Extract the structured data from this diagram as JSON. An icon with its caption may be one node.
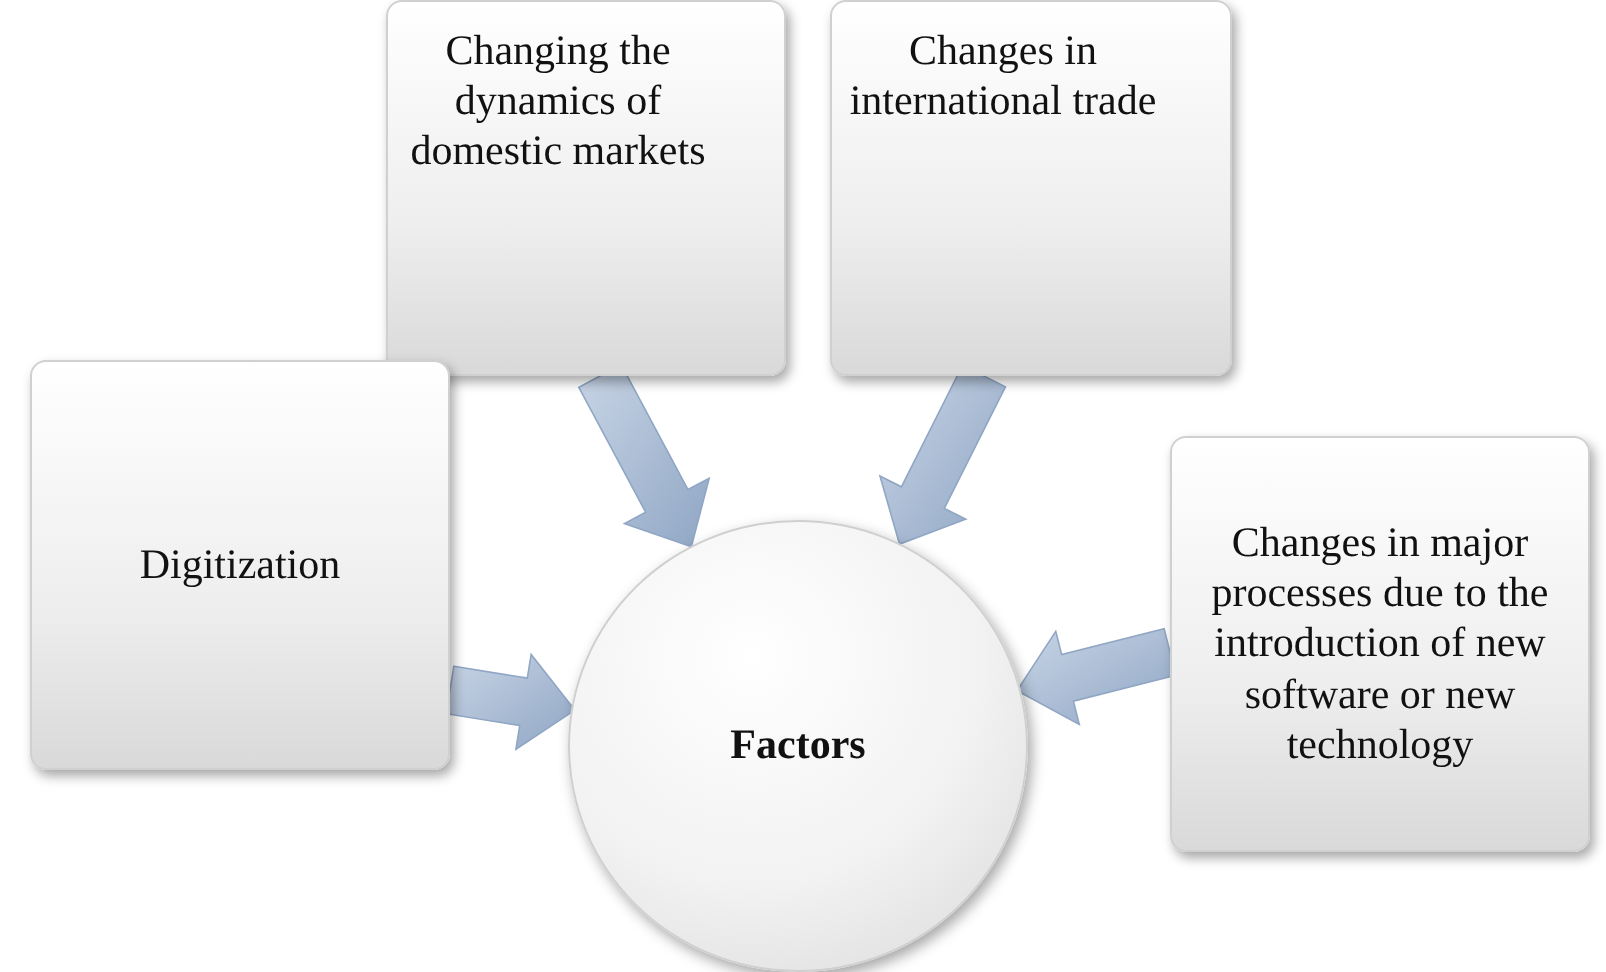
{
  "diagram": {
    "nodes": [
      {
        "text": [
          "Changing the dynamics of domestic markets"
        ]
      },
      {
        "text": [
          "Changes in international trade"
        ]
      },
      {
        "text": [
          "Digitization"
        ]
      },
      {
        "text": [
          "Changes in major processes due to the introduction of new software or new technology"
        ]
      },
      {
        "text": [
          "Factors"
        ]
      }
    ],
    "edges": [
      {
        "from": 0,
        "to": 4,
        "arrow": "to"
      },
      {
        "from": 1,
        "to": 4,
        "arrow": "to"
      },
      {
        "from": 2,
        "to": 4,
        "arrow": "to"
      },
      {
        "from": 3,
        "to": 4,
        "arrow": "to"
      }
    ]
  }
}
